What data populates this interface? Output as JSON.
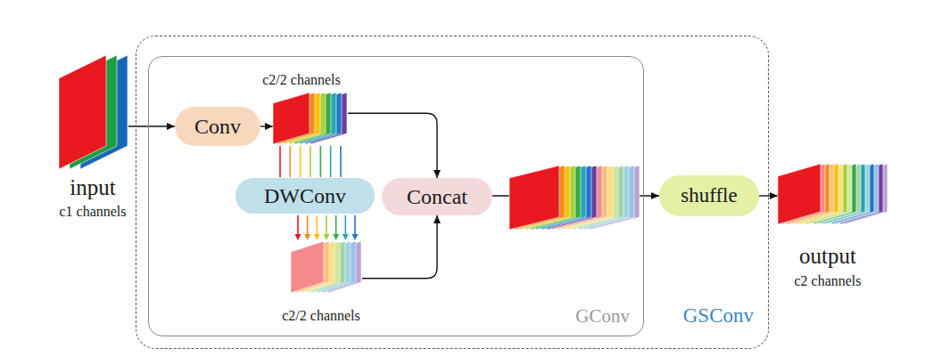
{
  "diagram": {
    "nodes": [
      {
        "text": [
          "input",
          "c1 channels"
        ]
      },
      {
        "text": [
          "GSConv"
        ]
      },
      {
        "text": [
          "GConv"
        ],
        "in": 1
      },
      {
        "text": [
          "Conv"
        ],
        "in": 2
      },
      {
        "text": [
          "c2/2 channels"
        ],
        "in": 2
      },
      {
        "text": [
          "DWConv"
        ],
        "in": 2
      },
      {
        "text": [
          "c2/2 channels"
        ],
        "in": 2
      },
      {
        "text": [
          "Concat"
        ],
        "in": 2
      },
      {
        "text": [
          "shuffle"
        ],
        "in": 1
      },
      {
        "text": [
          "output",
          "c2 channels"
        ]
      }
    ],
    "edges": [
      {
        "from": 0,
        "to": 3,
        "arrow": "to"
      },
      {
        "from": 3,
        "to": 4,
        "arrow": "to"
      },
      {
        "from": 4,
        "to": 5,
        "arrow": "none"
      },
      {
        "from": 5,
        "to": 6,
        "arrow": "to"
      },
      {
        "from": 4,
        "to": 7,
        "arrow": "to"
      },
      {
        "from": 6,
        "to": 7,
        "arrow": "to"
      },
      {
        "from": 7,
        "to": 8,
        "arrow": "to"
      },
      {
        "from": 8,
        "to": 9,
        "arrow": "to"
      }
    ]
  }
}
